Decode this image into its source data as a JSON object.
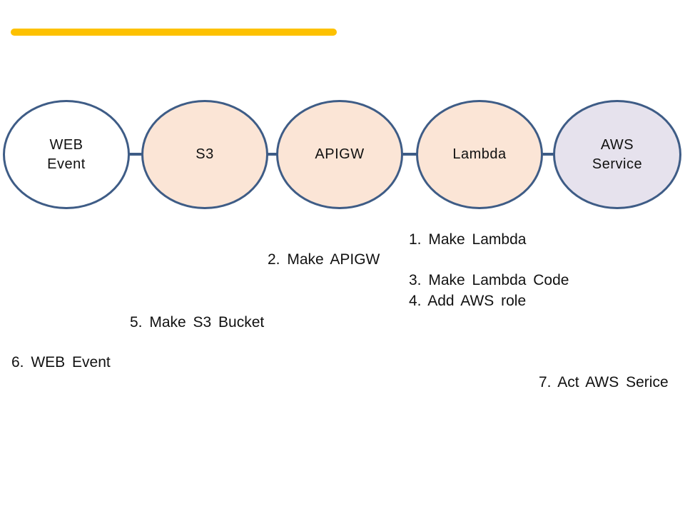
{
  "slide": {
    "background_color": "#FFFFFF",
    "accent_bar_color": "#FDC101"
  },
  "diagram": {
    "outline_color": "#3E5C86",
    "nodes": [
      {
        "name": "web-event",
        "label": "WEB\nEvent",
        "fill": "#FFFFFF"
      },
      {
        "name": "s3",
        "label": "S3",
        "fill": "#FBE5D6"
      },
      {
        "name": "apigw",
        "label": "APIGW",
        "fill": "#FBE5D6"
      },
      {
        "name": "lambda",
        "label": "Lambda",
        "fill": "#FBE5D6"
      },
      {
        "name": "aws-service",
        "label": "AWS\nService",
        "fill": "#E6E2ED"
      }
    ]
  },
  "steps": [
    {
      "label": "1. Make Lambda"
    },
    {
      "label": "2. Make APIGW"
    },
    {
      "label": "3. Make Lambda Code"
    },
    {
      "label": "4. Add AWS role"
    },
    {
      "label": "5. Make S3 Bucket"
    },
    {
      "label": "6. WEB Event"
    },
    {
      "label": "7. Act AWS Serice"
    }
  ]
}
